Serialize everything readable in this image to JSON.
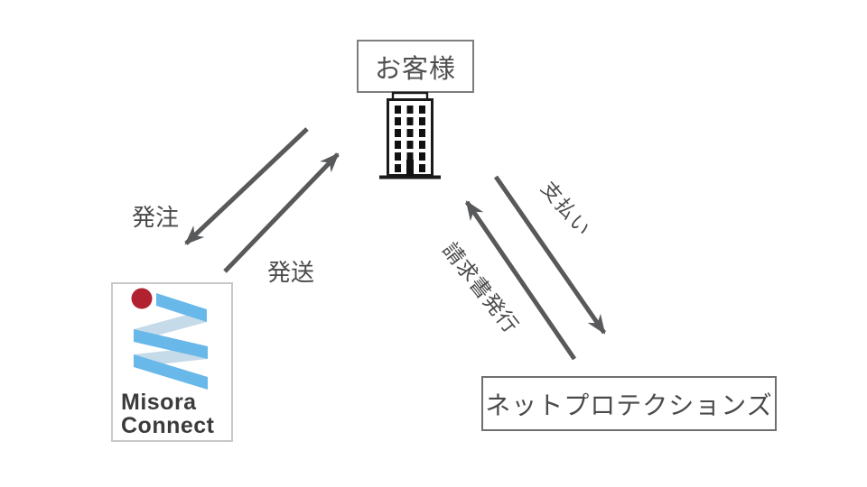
{
  "diagram": {
    "type": "flow-diagram",
    "description": "Deferred-payment flow between customer, Misora Connect and Net Protections"
  },
  "nodes": {
    "customer": {
      "label": "お客様",
      "icon": "building-icon"
    },
    "misora": {
      "name_line1": "Misora",
      "name_line2": "Connect",
      "icon": "misora-logo"
    },
    "netprotections": {
      "label": "ネットプロテクションズ"
    }
  },
  "flows": {
    "order": {
      "label": "発注",
      "from": "お客様",
      "to": "Misora Connect"
    },
    "shipping": {
      "label": "発送",
      "from": "Misora Connect",
      "to": "お客様"
    },
    "payment": {
      "label": "支払い",
      "from": "お客様",
      "to": "ネットプロテクションズ"
    },
    "invoice": {
      "label": "請求書発行",
      "from": "ネットプロテクションズ",
      "to": "お客様"
    }
  },
  "colors": {
    "background": "#ffffff",
    "arrow": "#58595b",
    "label_text": "#4a4a4a",
    "box_border_dark": "#6f6f6f",
    "box_border_light": "#c9c9c9",
    "building_outline": "#1a1a1a",
    "logo_red": "#b1212f",
    "logo_blue": "#68b8e9",
    "logo_blue_light": "#c5dbea",
    "logo_text": "#3b3b3b"
  }
}
